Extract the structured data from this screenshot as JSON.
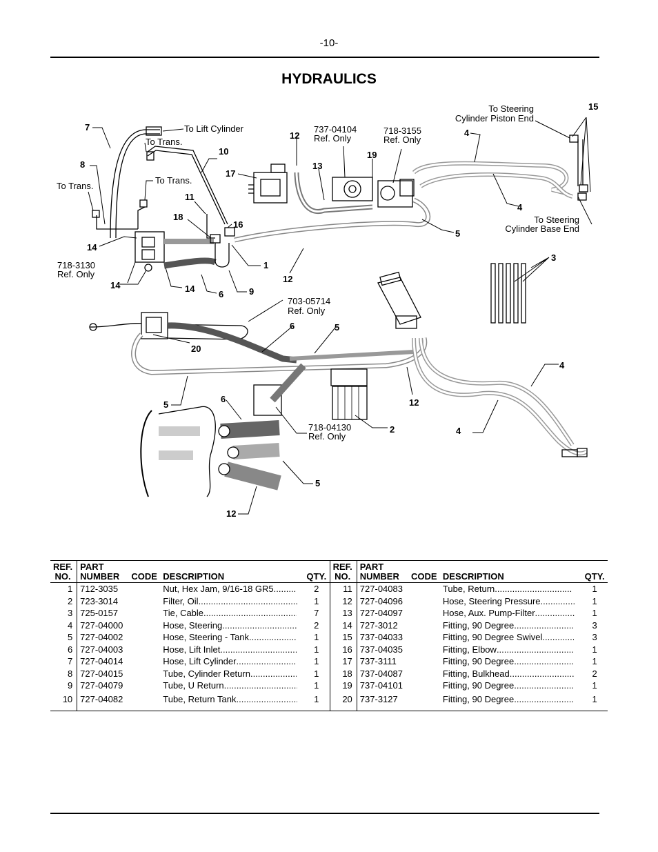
{
  "page_number": "-10-",
  "title": "HYDRAULICS",
  "diagram_labels": {
    "to_lift_cylinder": "To Lift Cylinder",
    "to_trans_1": "To Trans.",
    "to_trans_2": "To Trans.",
    "to_trans_3": "To Trans.",
    "to_steering_piston_1": "To Steering",
    "to_steering_piston_2": "Cylinder Piston End",
    "to_steering_base_1": "To Steering",
    "to_steering_base_2": "Cylinder Base End",
    "ref_737_04104_a": "737-04104",
    "ref_737_04104_b": "Ref. Only",
    "ref_718_3155_a": "718-3155",
    "ref_718_3155_b": "Ref. Only",
    "ref_718_3130_a": "718-3130",
    "ref_718_3130_b": "Ref. Only",
    "ref_703_05714_a": "703-05714",
    "ref_703_05714_b": "Ref. Only",
    "ref_718_04130_a": "718-04130",
    "ref_718_04130_b": "Ref. Only",
    "callouts": {
      "c7": "7",
      "c8": "8",
      "c10": "10",
      "c11": "11",
      "c18": "18",
      "c16": "16",
      "c17": "17",
      "c12a": "12",
      "c13": "13",
      "c19": "19",
      "c15": "15",
      "c4a": "4",
      "c4b": "4",
      "c5a": "5",
      "c14a": "14",
      "c14b": "14",
      "c14c": "14",
      "c6a": "6",
      "c9": "9",
      "c1": "1",
      "c12b": "12",
      "c3": "3",
      "c6b": "6",
      "c5b": "5",
      "c20": "20",
      "c4c": "4",
      "c4d": "4",
      "c5c": "5",
      "c12c": "12",
      "c6c": "6",
      "c2": "2",
      "c5d": "5",
      "c12d": "12"
    }
  },
  "table": {
    "headers": {
      "ref_no_1": "REF.",
      "ref_no_2": "NO.",
      "part_number_1": "PART",
      "part_number_2": "NUMBER",
      "code": "CODE",
      "description": "DESCRIPTION",
      "qty": "QTY."
    },
    "left": [
      {
        "ref": "1",
        "part": "712-3035",
        "code": "",
        "desc": "Nut, Hex Jam, 9/16-18 GR5",
        "qty": "2"
      },
      {
        "ref": "2",
        "part": "723-3014",
        "code": "",
        "desc": "Filter, Oil",
        "qty": "1"
      },
      {
        "ref": "3",
        "part": "725-0157",
        "code": "",
        "desc": "Tie, Cable",
        "qty": "7"
      },
      {
        "ref": "4",
        "part": "727-04000",
        "code": "",
        "desc": "Hose, Steering",
        "qty": "2"
      },
      {
        "ref": "5",
        "part": "727-04002",
        "code": "",
        "desc": "Hose, Steering - Tank",
        "qty": "1"
      },
      {
        "ref": "6",
        "part": "727-04003",
        "code": "",
        "desc": "Hose, Lift Inlet",
        "qty": "1"
      },
      {
        "ref": "7",
        "part": "727-04014",
        "code": "",
        "desc": "Hose, Lift Cylinder",
        "qty": "1"
      },
      {
        "ref": "8",
        "part": "727-04015",
        "code": "",
        "desc": "Tube, Cylinder Return",
        "qty": "1"
      },
      {
        "ref": "9",
        "part": "727-04079",
        "code": "",
        "desc": "Tube, U Return",
        "qty": "1"
      },
      {
        "ref": "10",
        "part": "727-04082",
        "code": "",
        "desc": "Tube, Return Tank",
        "qty": "1"
      }
    ],
    "right": [
      {
        "ref": "11",
        "part": "727-04083",
        "code": "",
        "desc": "Tube, Return",
        "qty": "1"
      },
      {
        "ref": "12",
        "part": "727-04096",
        "code": "",
        "desc": "Hose, Steering Pressure",
        "qty": "1"
      },
      {
        "ref": "13",
        "part": "727-04097",
        "code": "",
        "desc": "Hose, Aux. Pump-Filter",
        "qty": "1"
      },
      {
        "ref": "14",
        "part": "727-3012",
        "code": "",
        "desc": "Fitting, 90 Degree",
        "qty": "3"
      },
      {
        "ref": "15",
        "part": "737-04033",
        "code": "",
        "desc": "Fitting, 90 Degree Swivel",
        "qty": "3"
      },
      {
        "ref": "16",
        "part": "737-04035",
        "code": "",
        "desc": "Fitting, Elbow",
        "qty": "1"
      },
      {
        "ref": "17",
        "part": "737-3111",
        "code": "",
        "desc": "Fitting, 90 Degree",
        "qty": "1"
      },
      {
        "ref": "18",
        "part": "737-04087",
        "code": "",
        "desc": "Fitting, Bulkhead",
        "qty": "2"
      },
      {
        "ref": "19",
        "part": "737-04101",
        "code": "",
        "desc": "Fitting, 90 Degree",
        "qty": "1"
      },
      {
        "ref": "20",
        "part": "737-3127",
        "code": "",
        "desc": "Fitting, 90 Degree",
        "qty": "1"
      }
    ]
  }
}
